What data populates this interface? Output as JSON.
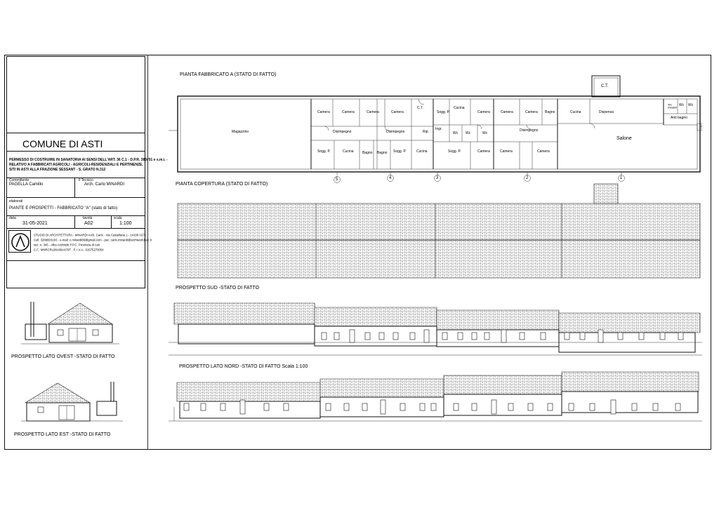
{
  "drawing": {
    "titles": {
      "plan": "PIANTA FABBRICATO A (STATO DI FATTO)",
      "roof": "PIANTA COPERTURA (STATO DI FATTO)",
      "south": "PROSPETTO SUD -STATO DI FATTO",
      "north": "PROSPETTO LATO NORD -STATO DI FATTO  Scala 1:100",
      "west": "PROSPETTO LATO OVEST -STATO DI FATTO",
      "east": "PROSPETTO LATO EST -STATO DI FATTO"
    },
    "rooms": {
      "magazzino": "Magazzino",
      "camera": "Camera",
      "disimpegno": "Disimpegno",
      "cucina": "Cucina",
      "bagno": "Bagno",
      "sogg_p": "Sogg. P.",
      "ct": "C.T.",
      "rip": "Rip.",
      "wc": "Wc",
      "ingr": "Ingr.",
      "dispensa": "Dispensa",
      "salone": "Salone",
      "anti_bagno": "Anti bagno",
      "wc_disabili": "Wc Disabili"
    },
    "markers": [
      "5",
      "4",
      "3",
      "2",
      "1"
    ]
  },
  "title_block": {
    "municipality": "COMUNE DI ASTI",
    "description_lines": [
      "PERMESSO DI COSTRUIRE IN SANATORIA AI SENSI DELL'ART. 36 C.1 - D.P.R. 380/'01 e s.m.i. -",
      "RELATIVO A FABBRICATI AGRICOLI - AGRICOLI-RESIDENZIALI E PERTINENZE,",
      "SITI IN ASTI ALLA FRAZIONE SESSANT - S. GRATO N.312"
    ],
    "committente_label": "Committente",
    "committente": "PAGELLA Camillo",
    "tecnico_label": "Il Tecnico",
    "tecnico": "Arch. Carlo MINARDI",
    "elaborato_label": "elaborati",
    "elaborato": "PIANTE E PROSPETTI - FABBRICATO \"A\" (stato di fatto)",
    "data_label": "data",
    "data": "31-05-2021",
    "tavola_label": "tavola",
    "tavola": "A02",
    "scala_label": "scala",
    "scala": "1:100",
    "studio_lines": [
      "STUDIO DI ARCHITETTURA - MINARDI Arch. Carlo - Via Castellana 1 - 14100 ASTI",
      "Cell. 3289803193 - e-mail: c.minardi86@gmail.com - pec: carlo.minardi@archiworldpec.it",
      "Iscr. n. 345 - Albo Architetti P.P.C. Provincia di Asti",
      "C.F.: MNRCRL86A08A479T - P. I.V.A.: 01575270054"
    ]
  },
  "colors": {
    "line": "#111111",
    "background": "#ffffff"
  }
}
